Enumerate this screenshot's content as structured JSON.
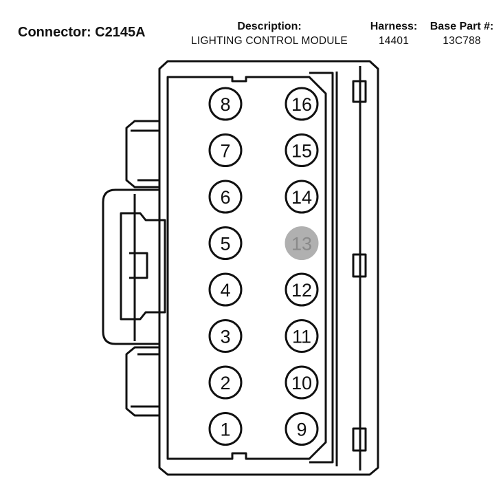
{
  "header": {
    "connector_label": "Connector: C2145A",
    "description_label": "Description:",
    "description_value": "LIGHTING CONTROL MODULE",
    "harness_label": "Harness:",
    "harness_value": "14401",
    "base_part_label": "Base Part #:",
    "base_part_value": "13C788"
  },
  "colors": {
    "outline": "#111111",
    "unused_pin_fill": "#b0b0b0",
    "unused_pin_text": "#8a8a8a"
  },
  "pins": {
    "left_column": [
      "8",
      "7",
      "6",
      "5",
      "4",
      "3",
      "2",
      "1"
    ],
    "right_column": [
      "16",
      "15",
      "14",
      "13",
      "12",
      "11",
      "10",
      "9"
    ],
    "unused": [
      "13"
    ]
  }
}
